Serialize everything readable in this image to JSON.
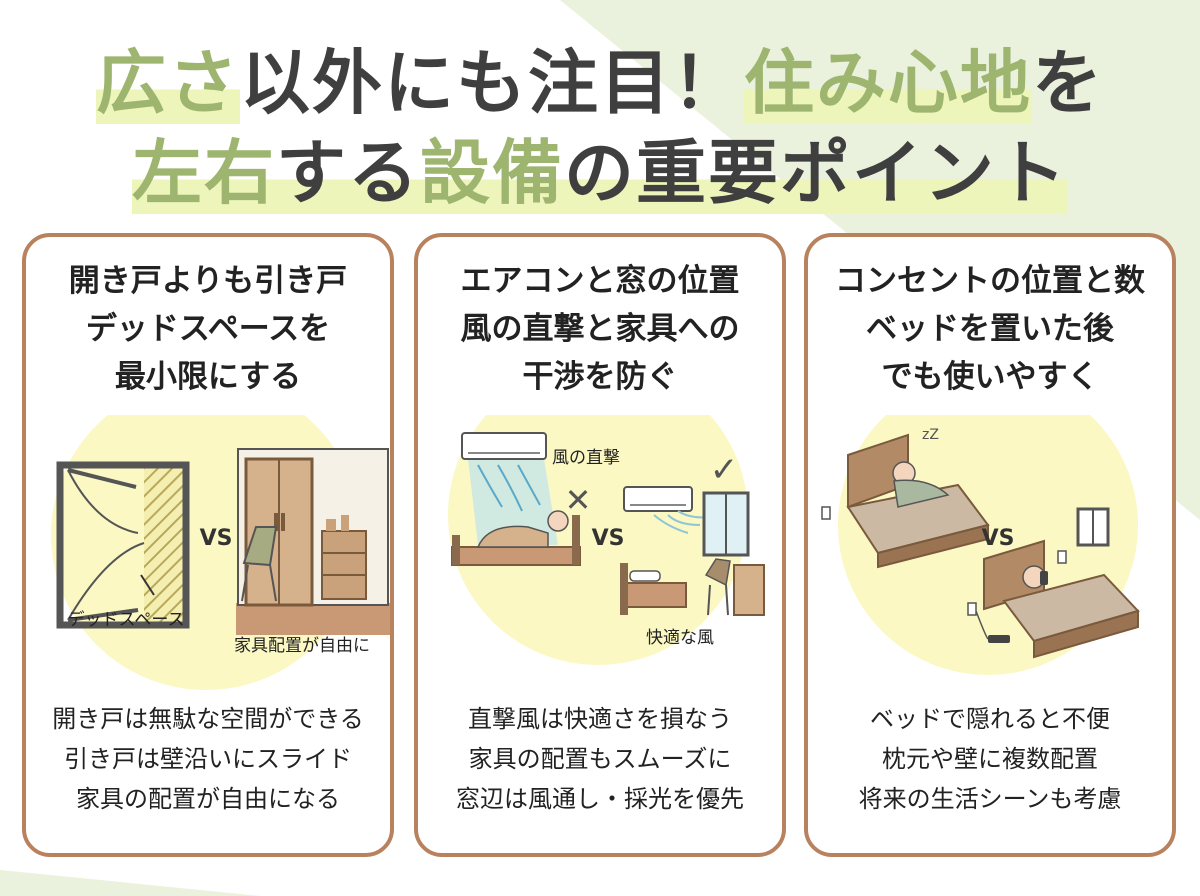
{
  "title": {
    "line1": [
      "広さ",
      "以外にも注目！",
      "住み心地",
      "を"
    ],
    "line2": [
      "左右",
      "する",
      "設備",
      "の重要ポイント"
    ]
  },
  "cards": [
    {
      "heading": [
        "開き戸よりも引き戸",
        "デッドスペースを",
        "最小限にする"
      ],
      "illus": {
        "vs": "VS",
        "left_label": "デッドスペース",
        "right_label": "家具配置が自由に"
      },
      "body": [
        "開き戸は無駄な空間ができる",
        "引き戸は壁沿いにスライド",
        "家具の配置が自由になる"
      ]
    },
    {
      "heading": [
        "エアコンと窓の位置",
        "風の直撃と家具への",
        "干渉を防ぐ"
      ],
      "illus": {
        "vs": "VS",
        "left_label": "風の直撃",
        "right_label": "快適な風"
      },
      "body": [
        "直撃風は快適さを損なう",
        "家具の配置もスムーズに",
        "窓辺は風通し・採光を優先"
      ]
    },
    {
      "heading": [
        "コンセントの位置と数",
        "ベッドを置いた後",
        "でも使いやすく"
      ],
      "illus": {
        "vs": "VS"
      },
      "body": [
        "ベッドで隠れると不便",
        "枕元や壁に複数配置",
        "将来の生活シーンも考慮"
      ]
    }
  ],
  "colors": {
    "accent_green": "#9db56f",
    "highlight_yellow": "#eef5ba",
    "card_border": "#b9825f",
    "title_text": "#3f3f3f",
    "illustration_circle": "#fbf8c4"
  }
}
